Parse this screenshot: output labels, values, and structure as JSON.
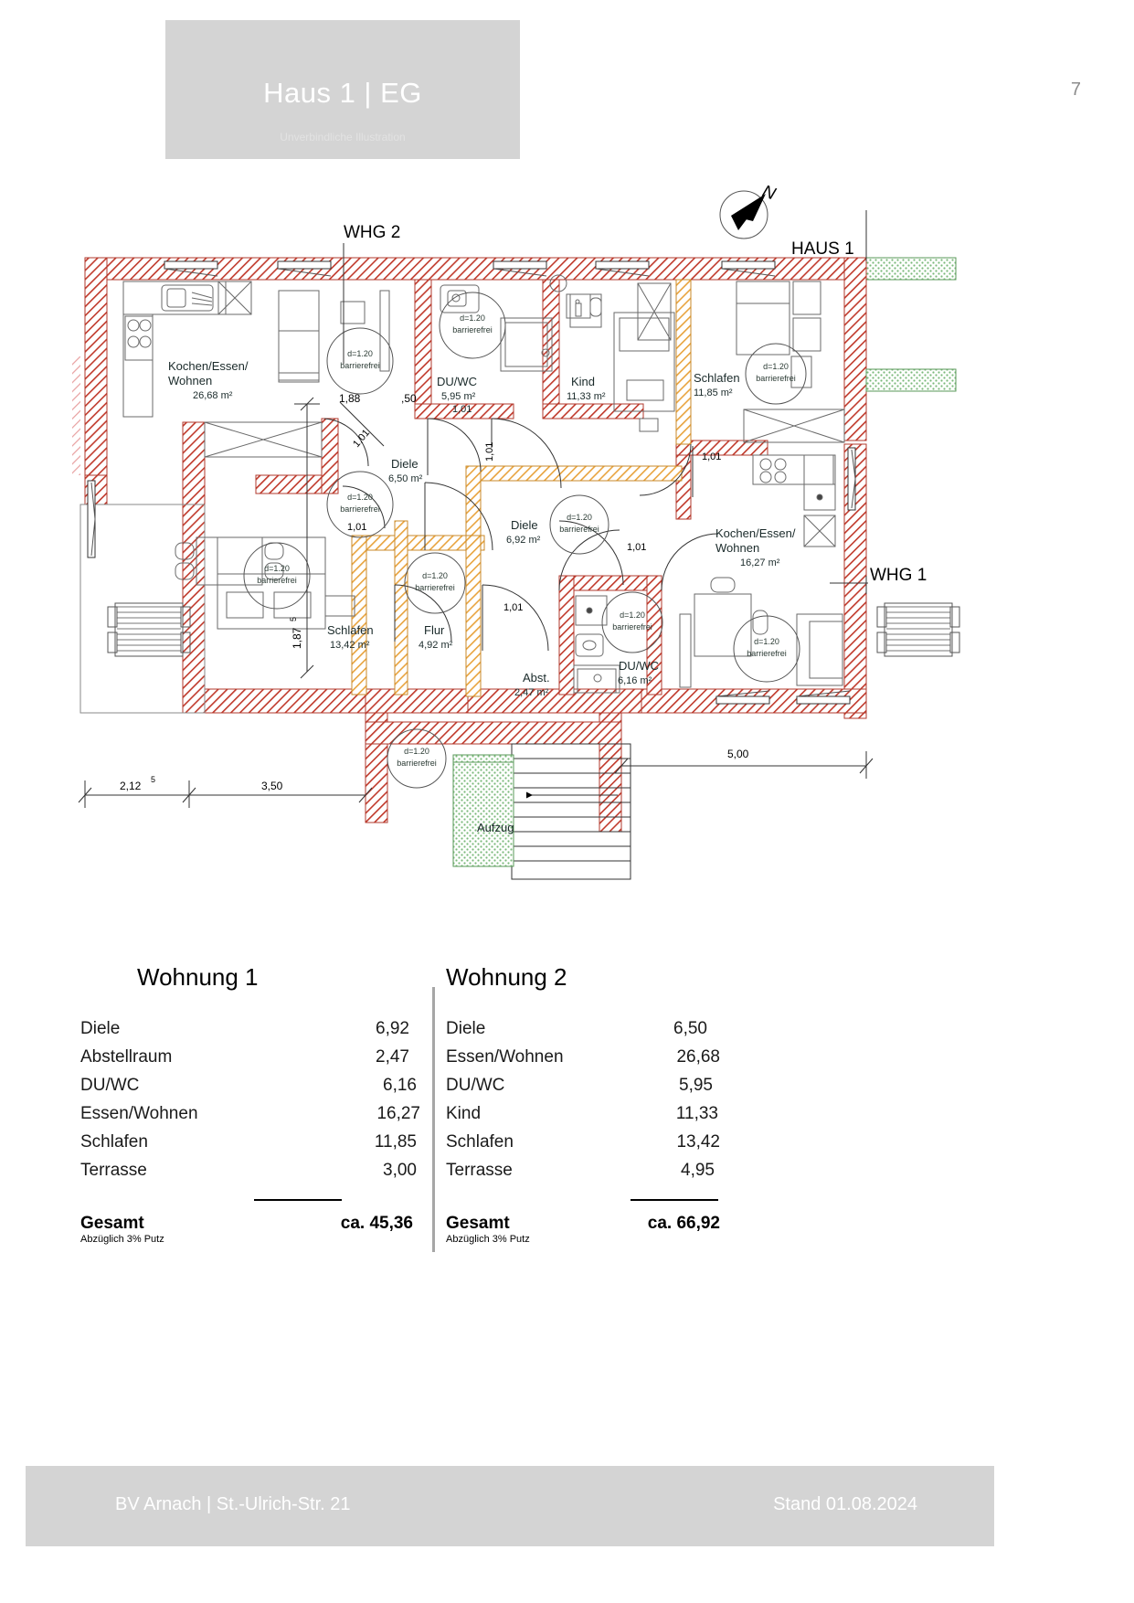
{
  "header": {
    "title": "Haus 1 | EG",
    "subtitle": "Unverbindliche Illustration",
    "page_number": "7"
  },
  "plan": {
    "labels": {
      "whg2": "WHG 2",
      "whg1": "WHG 1",
      "haus1": "HAUS 1",
      "north": "N",
      "aufzug": "Aufzug"
    },
    "rooms": [
      {
        "name": "Kochen/Essen/",
        "name2": "Wohnen",
        "area": "26,68 m²"
      },
      {
        "name": "DU/WC",
        "area": "5,95 m²"
      },
      {
        "name": "Kind",
        "area": "11,33 m²"
      },
      {
        "name": "Schlafen",
        "area": "11,85 m²"
      },
      {
        "name": "Diele",
        "area": "6,50 m²"
      },
      {
        "name": "Diele",
        "area": "6,92 m²"
      },
      {
        "name": "Kochen/Essen/",
        "name2": "Wohnen",
        "area": "16,27 m²"
      },
      {
        "name": "Schlafen",
        "area": "13,42 m²"
      },
      {
        "name": "Flur",
        "area": "4,92 m²"
      },
      {
        "name": "Abst.",
        "area": "2,47 m²"
      },
      {
        "name": "DU/WC",
        "area": "6,16 m²"
      }
    ],
    "room_text": {
      "kochen_essen_1": "Kochen/Essen/",
      "wohnen_1": "Wohnen",
      "kochen_area_1": "26,68 m²",
      "duwc_2": "DU/WC",
      "duwc_area_2": "5,95 m²",
      "duwc_w_2": "1,01",
      "kind": "Kind",
      "kind_area": "11,33 m²",
      "schlafen_r": "Schlafen",
      "schlafen_r_area": "11,85 m²",
      "diele_650": "Diele",
      "diele_650_area": "6,50 m²",
      "diele_692": "Diele",
      "diele_692_area": "6,92 m²",
      "kochen_essen_2": "Kochen/Essen/",
      "wohnen_2": "Wohnen",
      "kochen_area_2": "16,27 m²",
      "schlafen_l": "Schlafen",
      "schlafen_l_area": "13,42 m²",
      "flur": "Flur",
      "flur_area": "4,92 m²",
      "abst": "Abst.",
      "abst_area": "2,47 m²",
      "duwc_1": "DU/WC",
      "duwc_area_1": "6,16 m²"
    },
    "barrier_free": {
      "line1": "d=1.20",
      "line2": "barrierefrei"
    },
    "dimensions": {
      "d_188": "1,88",
      "d_50": ",50",
      "d_1875": "1,87",
      "d_1875_sup": "5",
      "d_101": "1,01",
      "d_2125": "2,12",
      "d_2125_sup": "5",
      "d_350": "3,50",
      "d_500": "5,00"
    }
  },
  "apartments": [
    {
      "title": "Wohnung 1",
      "rows": [
        {
          "label": "Diele",
          "value": "6,92"
        },
        {
          "label": "Abstellraum",
          "value": "2,47"
        },
        {
          "label": "DU/WC",
          "value": "6,16"
        },
        {
          "label": "Essen/Wohnen",
          "value": "16,27"
        },
        {
          "label": "Schlafen",
          "value": "11,85"
        },
        {
          "label": "Terrasse",
          "value": "3,00"
        }
      ],
      "total_label": "Gesamt",
      "total_note": "Abzüglich 3% Putz",
      "total_value": "ca. 45,36"
    },
    {
      "title": "Wohnung 2",
      "rows": [
        {
          "label": "Diele",
          "value": "6,50"
        },
        {
          "label": "Essen/Wohnen",
          "value": "26,68"
        },
        {
          "label": "DU/WC",
          "value": "5,95"
        },
        {
          "label": "Kind",
          "value": "11,33"
        },
        {
          "label": "Schlafen",
          "value": "13,42"
        },
        {
          "label": "Terrasse",
          "value": "4,95"
        }
      ],
      "total_label": "Gesamt",
      "total_note": "Abzüglich 3% Putz",
      "total_value": "ca. 66,92"
    }
  ],
  "footer": {
    "left": "BV Arnach | St.-Ulrich-Str. 21",
    "right": "Stand 01.08.2024"
  },
  "colors": {
    "band": "#d4d4d4",
    "wall_red": "#c0392b",
    "wall_orange": "#e8a33d",
    "wall_green": "#7ab97a",
    "text": "#1a2a2a"
  }
}
